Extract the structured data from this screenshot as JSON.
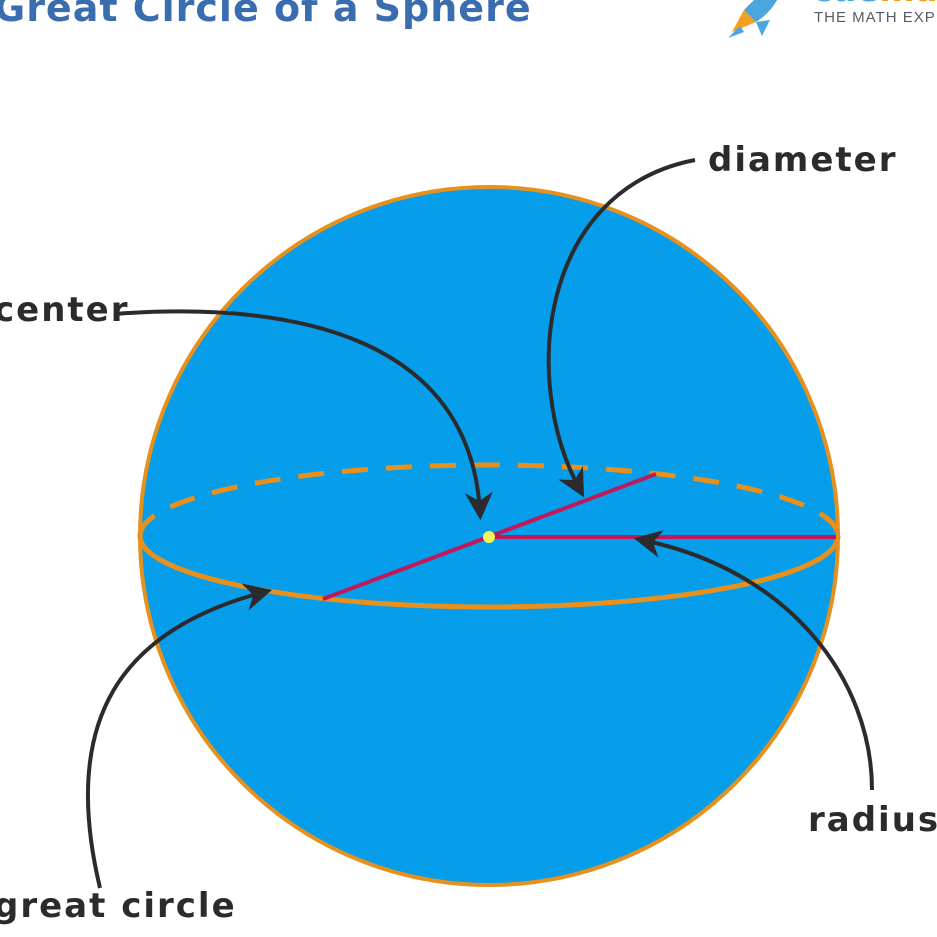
{
  "title": "Great Circle of a Sphere",
  "logo": {
    "word_part1": "cue",
    "word_part2": "ma",
    "tagline": "THE MATH EXP",
    "icon": "rocket-icon"
  },
  "labels": {
    "diameter": "diameter",
    "center": "center",
    "radius": "radius",
    "great_circle": "great circle"
  },
  "colors": {
    "sphere_fill": "#069eea",
    "sphere_outline": "#e8901c",
    "great_circle": "#e8901c",
    "segments": "#c0185a",
    "center_point": "#f4f55a",
    "arrows": "#2b2b2d",
    "title": "#3a6cb0"
  }
}
